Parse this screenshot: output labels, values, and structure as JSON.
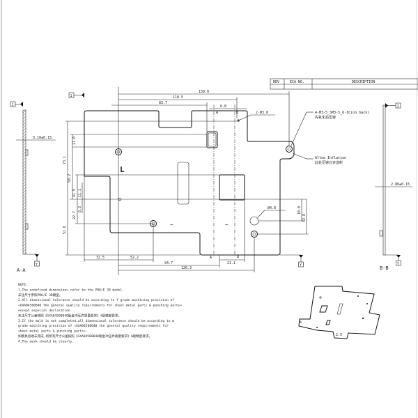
{
  "title_block": {
    "rev": "REV",
    "eca": "ECA NO.",
    "description": "DESCRIPTION"
  },
  "datums": {
    "one": "1",
    "y": "Y"
  },
  "sections": {
    "aa": "A-A",
    "bb": "B-B",
    "a": "A",
    "b": "B"
  },
  "thickness": {
    "aa": "3.10±0.15",
    "bb": "2.80±0.15"
  },
  "dimensions": {
    "d159": "159.0",
    "d110": "110.5",
    "d83": "83.7",
    "d6": "6.8",
    "d32": "32.5",
    "d52": "52.2",
    "d94": "94.7",
    "d21": "21.1",
    "d126": "126.3",
    "d73": "73.1",
    "d50": "50.2",
    "d41": "41.9",
    "d11_1": "11.1",
    "d22": "22.7",
    "d8": "8.3",
    "d51": "51.6",
    "d11_0": "11.0",
    "d10": "10.0",
    "d32_8": "32.8",
    "hole48": "Ø4.8",
    "hole30": "2-Ø3.0"
  },
  "callouts": {
    "rivet": "4-M3-5_SM3-5_6-IC(on back)",
    "rivet_cn": "先氧化后压铆",
    "allow": "Allow Inflation",
    "allow_cn": "此处压铆允许溢料",
    "bend_mark": "L",
    "wave": "~"
  },
  "scale": "2:5",
  "notes": [
    "NOTE:",
    "1.The undefined dimensions refer to the PRO/E 3D model.",
    "  未注尺寸参照PRO/E 3D模型。",
    "2.All dimensional tolerance should be according to f grade machining precision of",
    " «GXA04500040 the general quality requirements for sheet-metal parts &  punching parts»",
    "except especial declaration.",
    "  未注尺寸公差按照《GXA04500040钣金冲压件质量要求》f级精度要求。",
    "3.If the mold is not completed,all dimensional tolerance should be according to m",
    "grade machining precision of  «GXA04500040 the general quality requirements for",
    "sheet-metal parts &  punching parts».",
    "  如模具验收未完成,则所有尺寸公差按照《GXA04500040钣金冲压件质量要求》m级精度要求。",
    "4.The mark should be clearly."
  ]
}
